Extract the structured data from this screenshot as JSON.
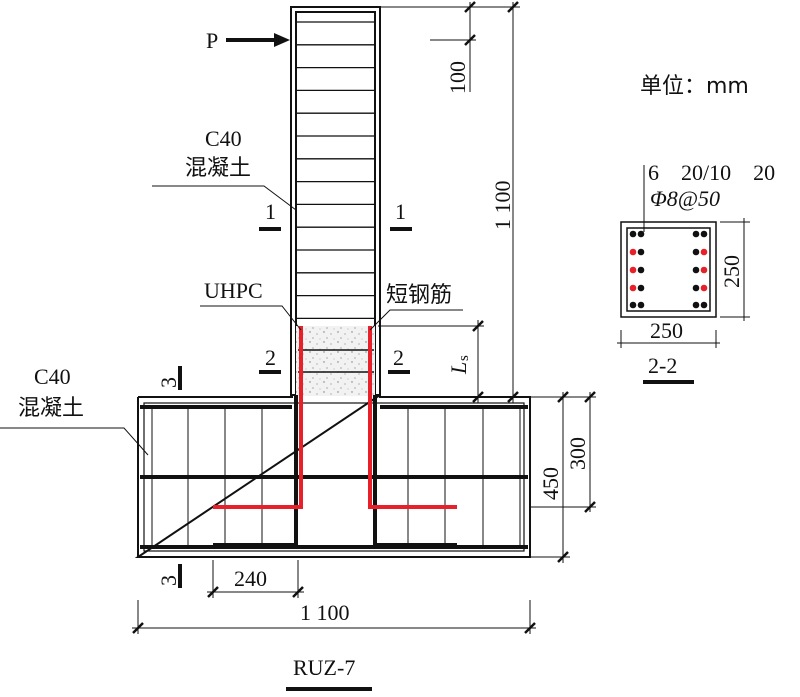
{
  "load": {
    "label": "P"
  },
  "unit": {
    "label": "单位：mm"
  },
  "column": {
    "material_grade": "C40",
    "material_name": "混凝土"
  },
  "joint": {
    "material": "UHPC",
    "bar_label": "短钢筋",
    "length_symbol": "L",
    "length_subscript": "s"
  },
  "footing": {
    "material_grade": "C40",
    "material_name": "混凝土"
  },
  "section_marks": {
    "s1": "1",
    "s2": "2",
    "s3": "3"
  },
  "dimensions": {
    "top_offset": "100",
    "column_height": "1 100",
    "footing_depth": "450",
    "footing_inner": "300",
    "bar_spacing": "240",
    "footing_width": "1 100"
  },
  "section_detail": {
    "rebar_spec": "6　20/10　20",
    "stirrup_spec": "Φ8@50",
    "width": "250",
    "height": "250",
    "title": "2-2"
  },
  "specimen": {
    "name": "RUZ-7"
  },
  "colors": {
    "ink": "#111111",
    "short_bar": "#e8202a",
    "uhpc_fill": "#f2f2f2"
  }
}
